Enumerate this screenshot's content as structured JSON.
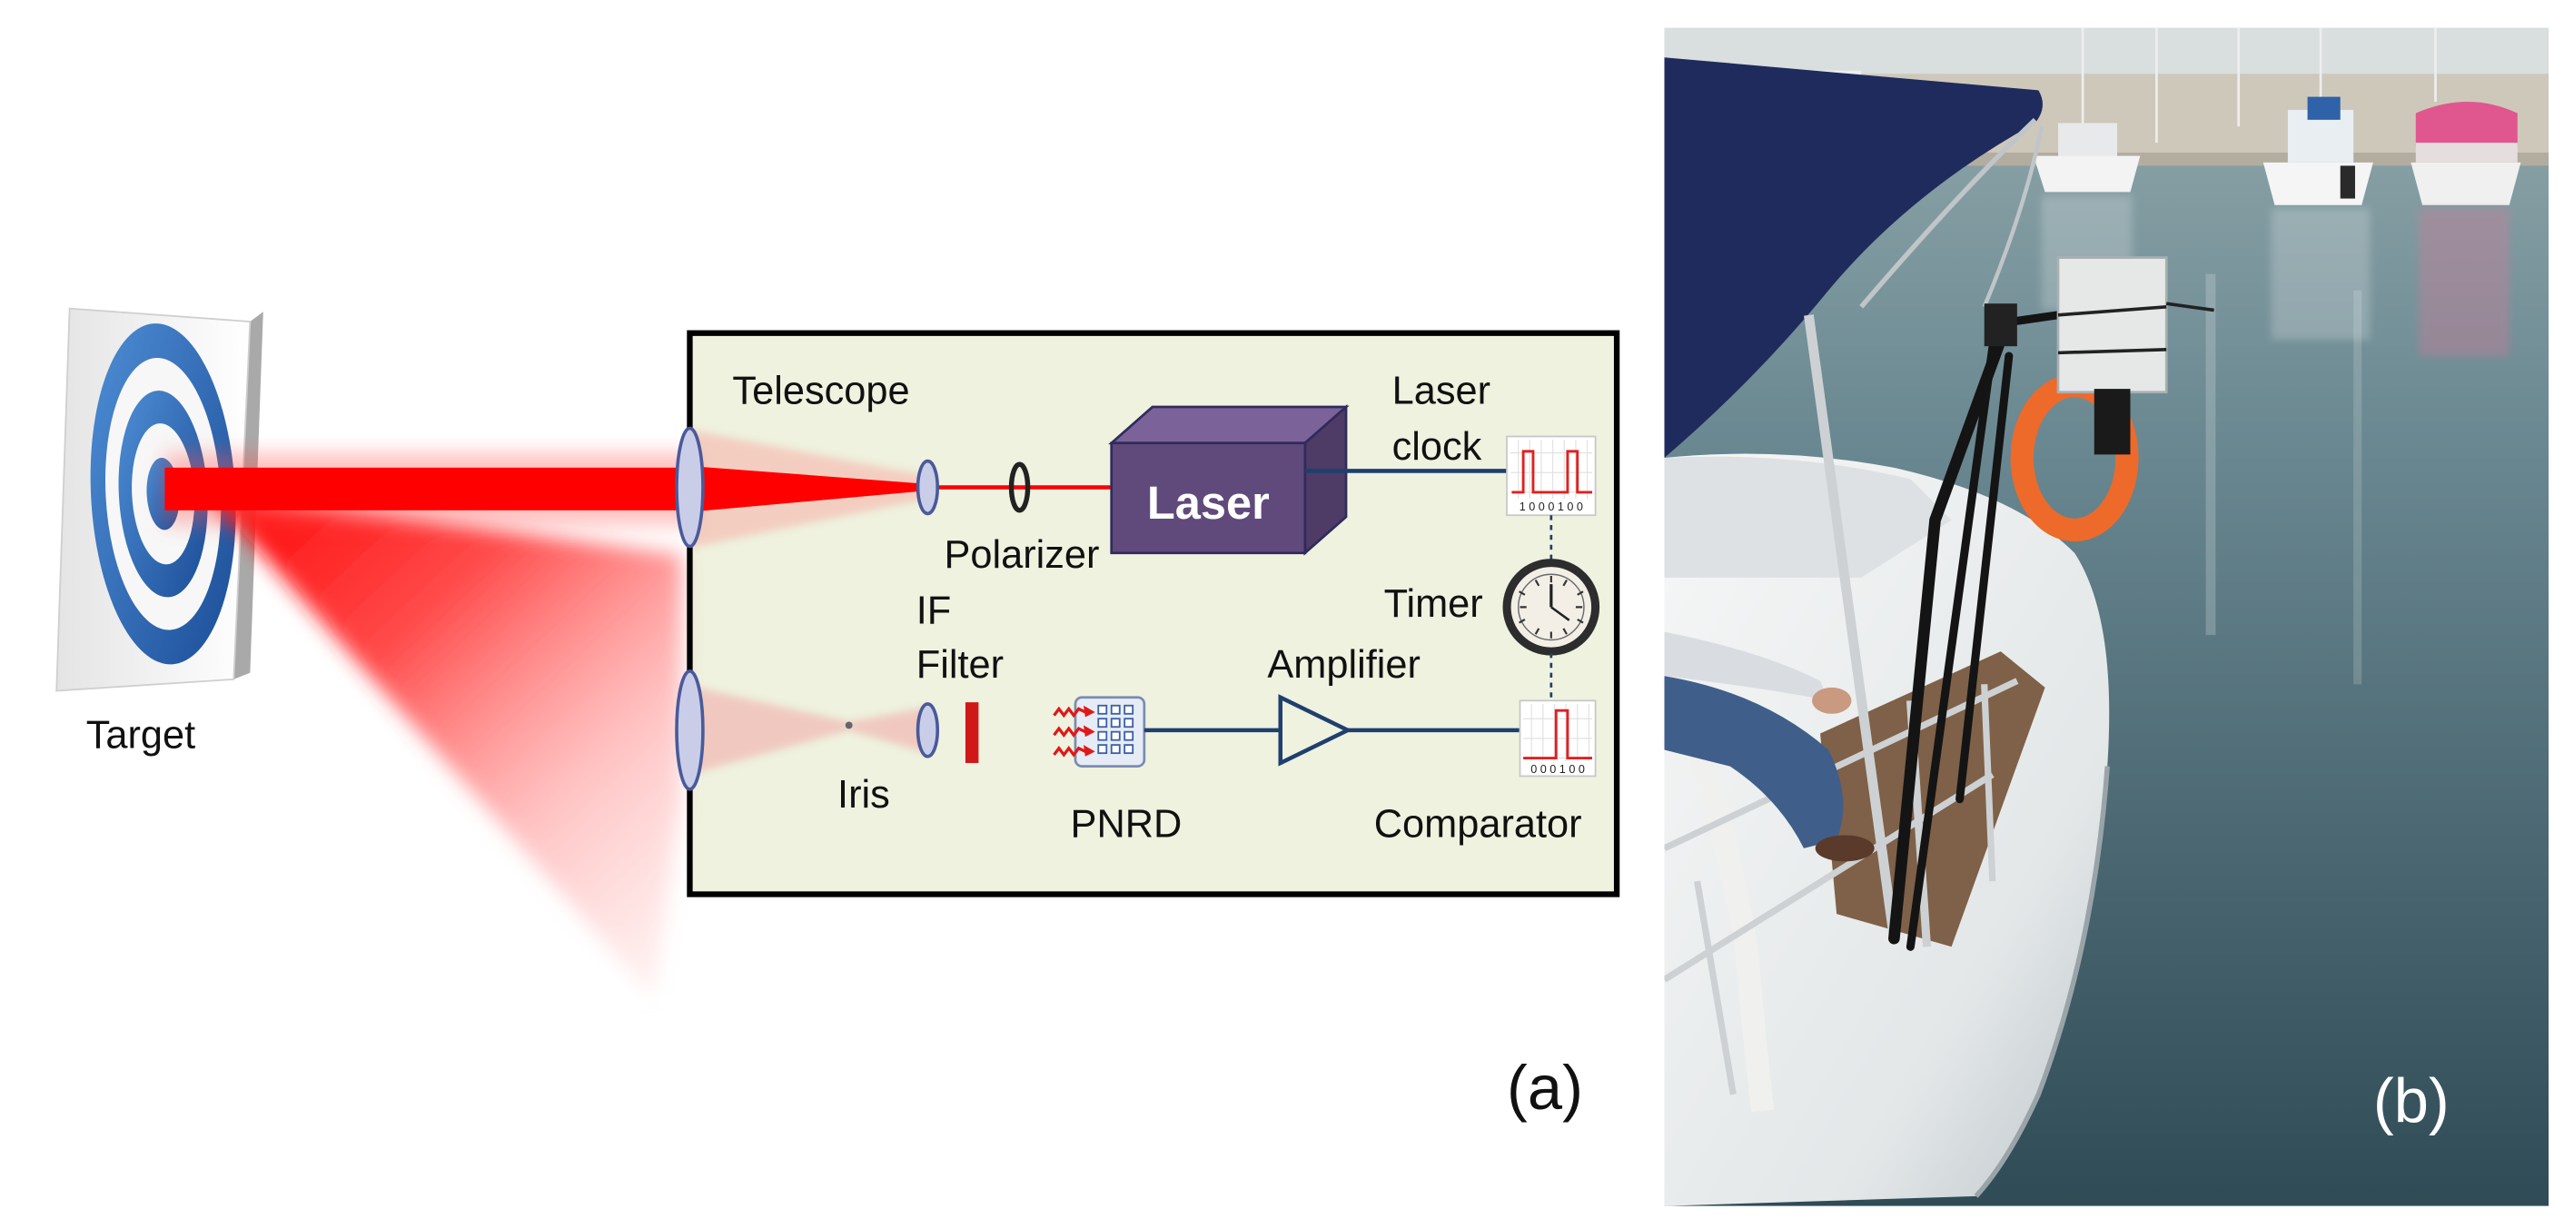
{
  "panel_a": {
    "label": "(a)",
    "target": "Target",
    "telescope": "Telescope",
    "polarizer": "Polarizer",
    "laser": "Laser",
    "laser_clock": [
      "Laser",
      "clock"
    ],
    "timer": "Timer",
    "if_filter": [
      "IF",
      "Filter"
    ],
    "amplifier": "Amplifier",
    "iris": "Iris",
    "pnrd": "PNRD",
    "comparator": "Comparator",
    "laser_clock_bits": "1 0 0 0 1 0 0",
    "comparator_bits": "0 0 0 1 0 0"
  },
  "panel_b": {
    "label": "(b)"
  },
  "colors": {
    "beam": "#ff0000",
    "box_fill": "#eef2df",
    "laser": "#604a7b",
    "signal_line": "#1f3f6e",
    "if_filter": "#d01818",
    "canopy": "#1f2b5c",
    "lifebuoy": "#ee6a2a"
  }
}
